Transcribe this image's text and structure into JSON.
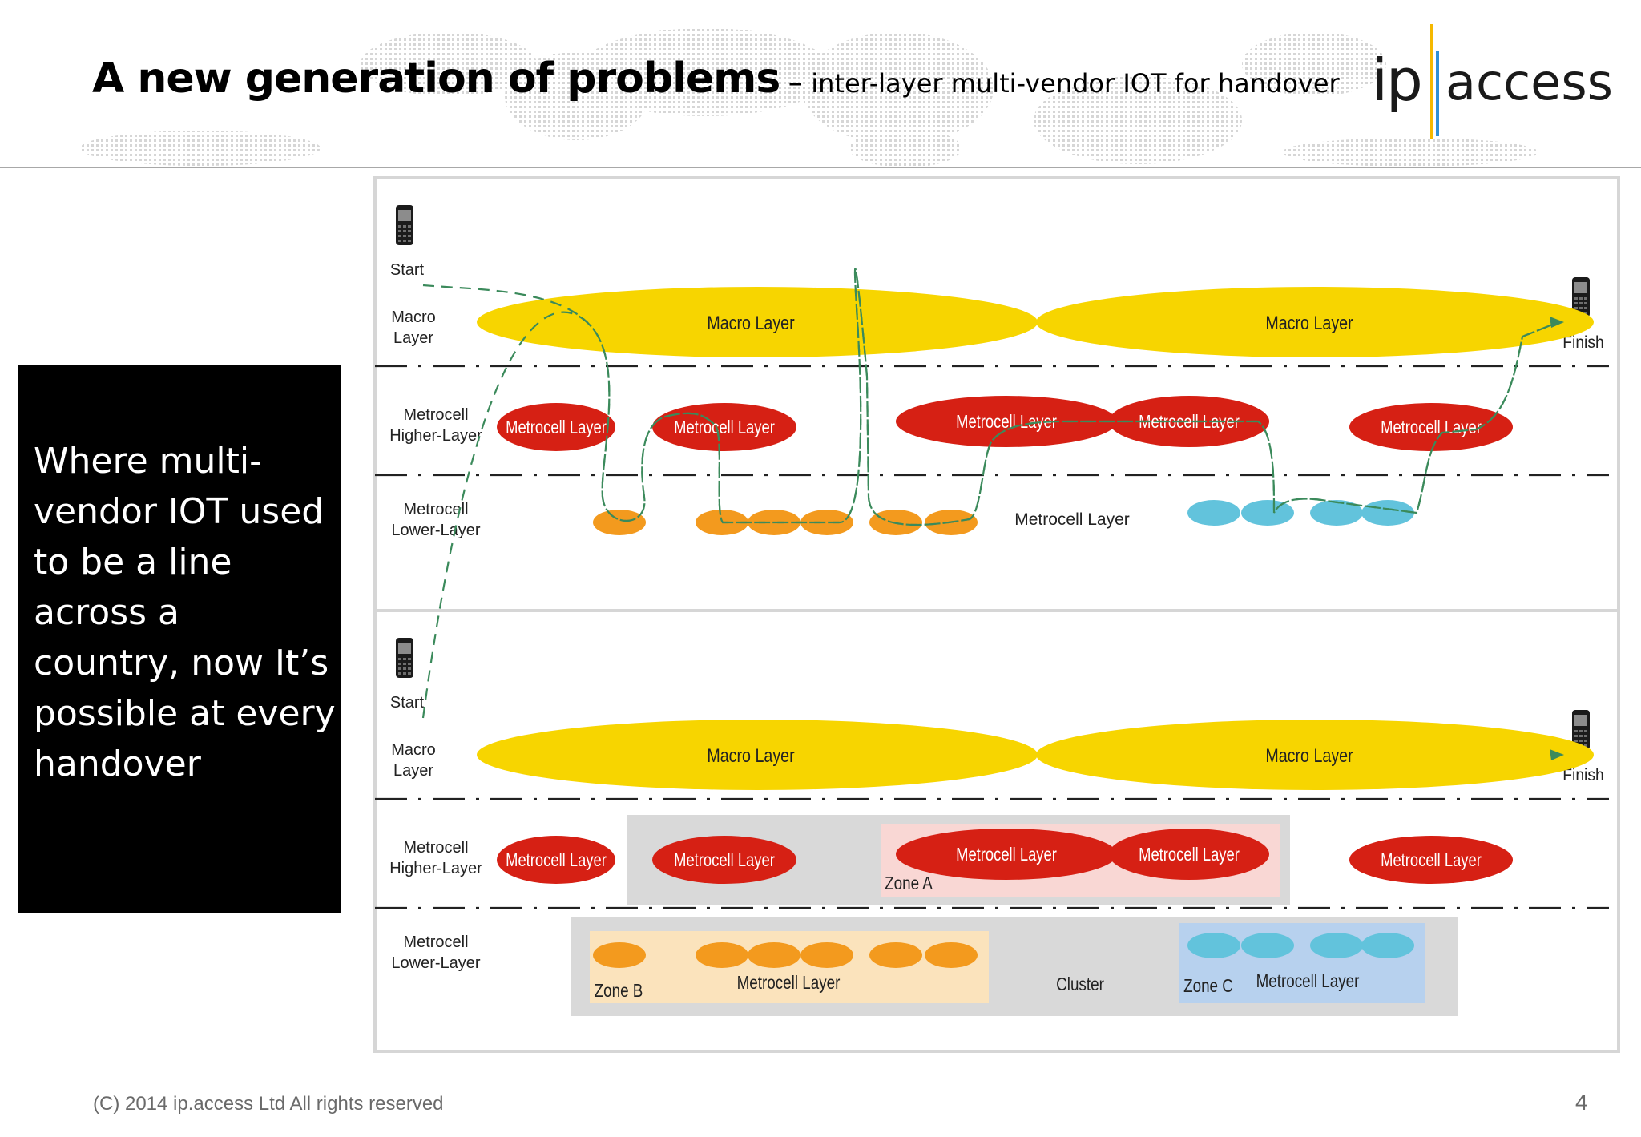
{
  "header": {
    "title": "A new generation of problems",
    "dash": "–",
    "subtitle": "inter-layer multi-vendor IOT for handover"
  },
  "logo": {
    "ip": "ip",
    "access": "access",
    "bar_colors": [
      "#f5b800",
      "#2e8fd6"
    ]
  },
  "callout": {
    "text": "Where multi-vendor IOT used to be a line across a country, now It’s possible at every handover"
  },
  "colors": {
    "macro": "#f7d500",
    "metro_higher": "#d62014",
    "metro_lower_orange": "#f39a1e",
    "metro_lower_blue": "#62c3dc",
    "path": "#3b8a5b",
    "zone_a": "#f9d7d4",
    "zone_b": "#fbe3bc",
    "zone_c": "#b7d1ee",
    "cluster": "#d9d9d9"
  },
  "diagrams": [
    {
      "start": "Start",
      "finish": "Finish",
      "layers": [
        "Macro Layer",
        "Metrocell Higher-Layer",
        "Metrocell Lower-Layer"
      ],
      "macro_labels": [
        "Macro Layer",
        "Macro Layer"
      ],
      "higher_labels": [
        "Metrocell Layer",
        "Metrocell Layer",
        "Metrocell Layer",
        "Metrocell Layer",
        "Metrocell Layer"
      ],
      "lower_label": "Metrocell Layer"
    },
    {
      "start": "Start",
      "finish": "Finish",
      "layers": [
        "Macro Layer",
        "Metrocell Higher-Layer",
        "Metrocell Lower-Layer"
      ],
      "macro_labels": [
        "Macro Layer",
        "Macro Layer"
      ],
      "higher_labels": [
        "Metrocell Layer",
        "Metrocell Layer",
        "Metrocell Layer",
        "Metrocell Layer",
        "Metrocell Layer"
      ],
      "zones": {
        "zone_a": "Zone A",
        "zone_b": "Zone B",
        "zone_c": "Zone C",
        "cluster": "Cluster",
        "zone_b_layer": "Metrocell Layer",
        "zone_c_layer": "Metrocell Layer"
      }
    }
  ],
  "footer": {
    "copyright": "(C) 2014 ip.access  Ltd All rights reserved",
    "page": "4"
  }
}
